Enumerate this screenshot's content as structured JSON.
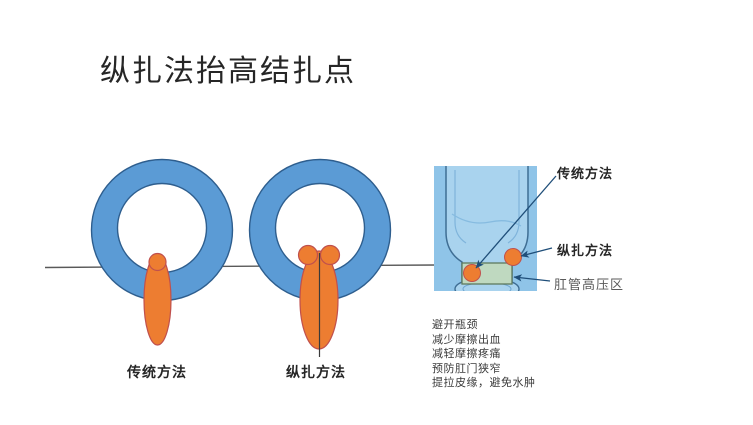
{
  "slide": {
    "title": "纵扎法抬高结扎点",
    "background_color": "#ffffff"
  },
  "colors": {
    "ring_fill": "#5B9BD5",
    "ring_stroke": "#2E5E8E",
    "marker_fill": "#ED7D31",
    "marker_stroke": "#C0504D",
    "baseline": "#595959",
    "panel_bg": "#8FC4E8",
    "bottle_fill": "#A9D3EE",
    "bottle_stroke": "#3F6E94",
    "zone_fill": "#BFD9C0",
    "zone_stroke": "#5E7A5E",
    "arrow": "#1F4E79",
    "title_color": "#262626",
    "note_color": "#3a3a3a"
  },
  "diagrams": [
    {
      "id": "traditional",
      "caption": "传统方法",
      "description": "blue-ring-with-single-low-ligation-point"
    },
    {
      "id": "vertical",
      "caption": "纵扎方法",
      "description": "blue-ring-with-two-raised-ligation-points-and-vertical-suture-line"
    }
  ],
  "panel": {
    "image_name": "bottle-neck-illustration",
    "callouts": [
      {
        "id": "traditional",
        "label": "传统方法"
      },
      {
        "id": "vertical",
        "label": "纵扎方法"
      },
      {
        "id": "high-pressure-zone",
        "label": "肛管高压区"
      }
    ]
  },
  "notes": {
    "lines": [
      "避开瓶颈",
      "减少摩擦出血",
      "减轻摩擦疼痛",
      "预防肛门狭窄",
      "提拉皮缘，避免水肿"
    ]
  }
}
